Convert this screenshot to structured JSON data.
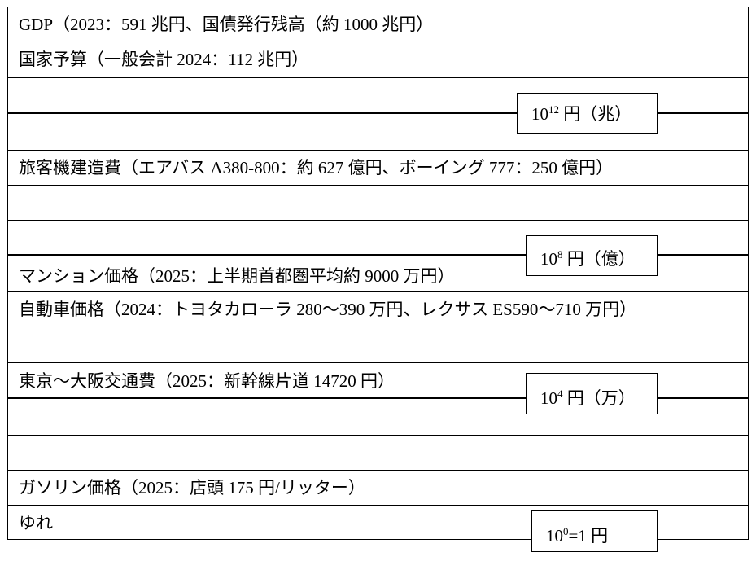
{
  "rows": [
    "GDP（2023：591 兆円、国債発行残高（約 1000 兆円）",
    "国家予算（一般会計 2024：112 兆円）",
    "",
    "",
    "旅客機建造費（エアバス A380-800：約 627 億円、ボーイング 777：250 億円）",
    "",
    "",
    "マンション価格（2025：上半期首都圏平均約 9000 万円）",
    "自動車価格（2024：トヨタカローラ 280～390 万円、レクサス ES590～710 万円）",
    "",
    "東京～大阪交通費（2025：新幹線片道 14720 円）",
    "",
    "",
    "ガソリン価格（2025：店頭 175 円/リッター）",
    "ゆれ"
  ],
  "units": [
    {
      "base": "10",
      "exp": "12",
      "label": "円（兆）"
    },
    {
      "base": "10",
      "exp": "8",
      "label": "円（億）"
    },
    {
      "base": "10",
      "exp": "4",
      "label": "円（万）"
    },
    {
      "base": "10",
      "exp": "0",
      "label": "=1 円"
    }
  ]
}
